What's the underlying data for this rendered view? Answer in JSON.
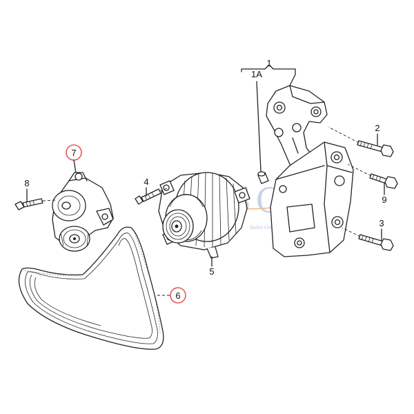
{
  "callouts": {
    "p1": "1",
    "p1a": "1A",
    "p2": "2",
    "p3": "3",
    "p4": "4",
    "p5": "5",
    "p6": "6",
    "p7": "7",
    "p8": "8",
    "p9": "9"
  },
  "watermark": {
    "text": "SOL",
    "subtext": "Sales Online"
  },
  "colors": {
    "highlight_circle": "#e05a5a",
    "line": "#222222",
    "watermark": "#c9d3e6"
  }
}
